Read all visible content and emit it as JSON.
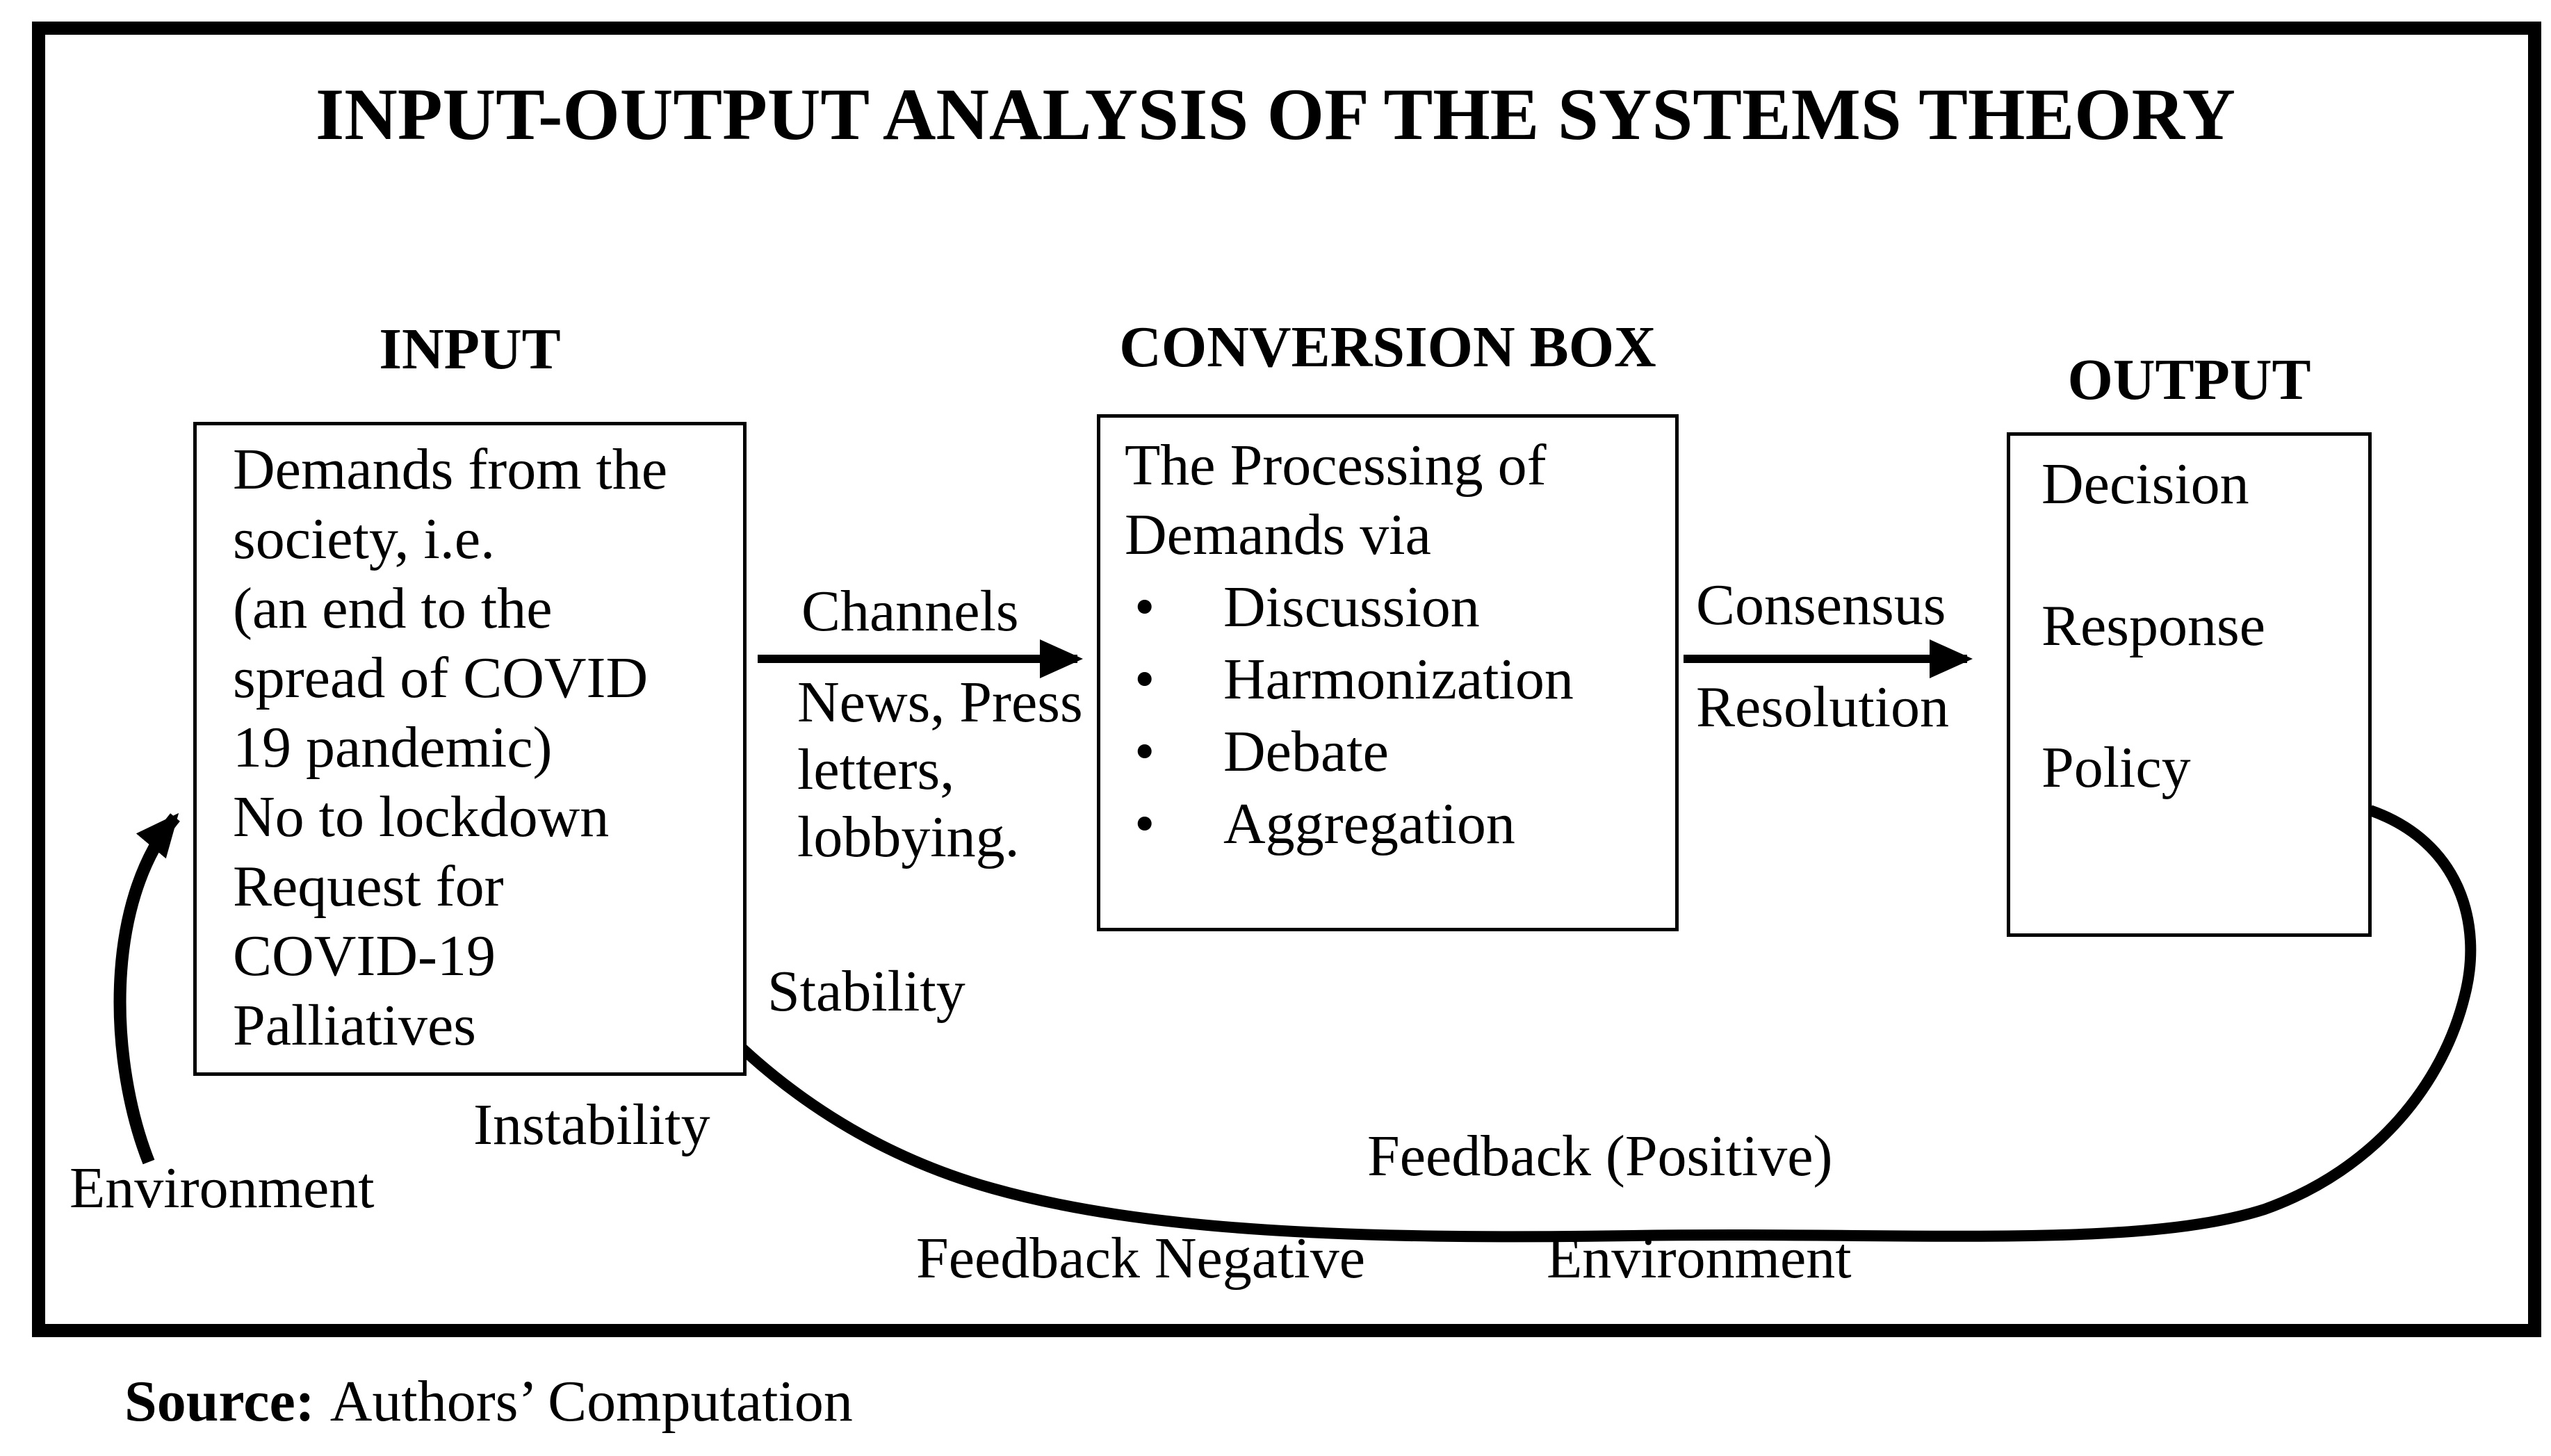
{
  "title": "INPUT-OUTPUT ANALYSIS OF THE SYSTEMS THEORY",
  "bullet_glyph": "•",
  "input_box": {
    "heading": "INPUT",
    "lines": [
      "Demands from the",
      "society, i.e.",
      "(an end to the",
      "spread of COVID",
      "19 pandemic)",
      "No to lockdown",
      "Request for",
      "COVID-19",
      "Palliatives"
    ]
  },
  "conversion_box": {
    "heading": "CONVERSION BOX",
    "intro_lines": [
      "The Processing of",
      "Demands via"
    ],
    "bullets": [
      "Discussion",
      "Harmonization",
      "Debate",
      "Aggregation"
    ]
  },
  "output_box": {
    "heading": "OUTPUT",
    "items": [
      "Decision",
      "Response",
      "Policy"
    ]
  },
  "labels": {
    "channels": "Channels",
    "channel_types": [
      "News, Press",
      "letters,",
      "lobbying."
    ],
    "consensus": "Consensus",
    "resolution": "Resolution",
    "stability": "Stability",
    "instability": "Instability",
    "environment_left": "Environment",
    "feedback_positive": "Feedback (Positive)",
    "feedback_negative": "Feedback Negative",
    "environment_bottom": "Environment"
  },
  "source": {
    "label": "Source:",
    "text": "Authors’ Computation"
  },
  "colors": {
    "ink": "#000000",
    "background": "#ffffff"
  }
}
